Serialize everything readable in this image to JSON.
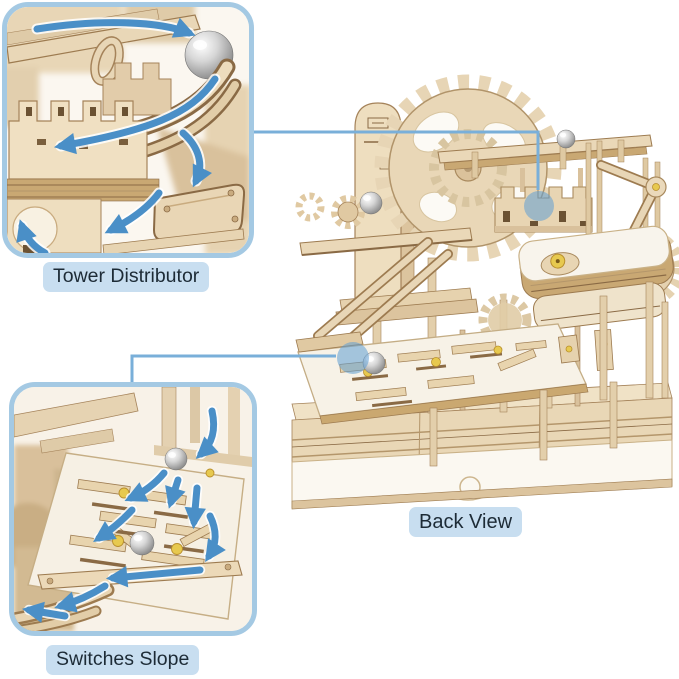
{
  "background": "#ffffff",
  "callouts": [
    {
      "caption": "Tower Distributor"
    },
    {
      "caption": "Switches Slope"
    }
  ],
  "main_view": {
    "caption": "Back View"
  },
  "colors": {
    "callout_border": "#a4c9e3",
    "connector_line": "#79afd9",
    "caption_background": "#c8def0",
    "caption_text": "#1d2b36",
    "arrow_blue": "#4a8fc7",
    "highlight_blue": "#5f9ed3",
    "wood_light": "#eddcbd",
    "wood_mid": "#d9c09a",
    "wood_dark": "#9d7b50",
    "board_white": "#f7f2e7",
    "peg_yellow": "#e7c94f",
    "metal_marble": "#b9b9b9"
  }
}
